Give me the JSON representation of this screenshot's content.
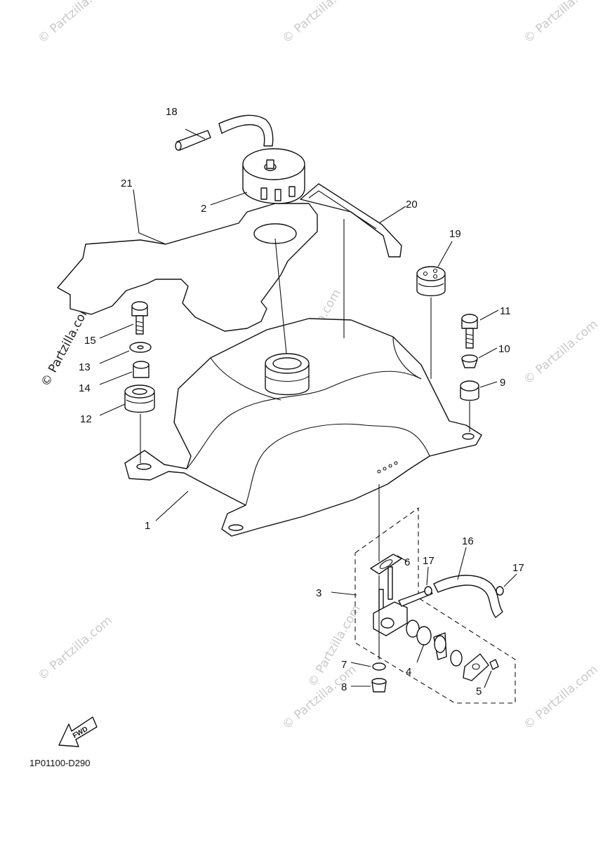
{
  "watermark": {
    "text": "© Partzilla.com"
  },
  "diagram_code": "1P01100-D290",
  "fwd_label": "FWD",
  "callouts": {
    "c1": "1",
    "c2": "2",
    "c3": "3",
    "c4": "4",
    "c5": "5",
    "c6": "6",
    "c7": "7",
    "c8": "8",
    "c9": "9",
    "c10": "10",
    "c11": "11",
    "c12": "12",
    "c13": "13",
    "c14": "14",
    "c15": "15",
    "c16": "16",
    "c17a": "17",
    "c17b": "17",
    "c18": "18",
    "c19": "19",
    "c20": "20",
    "c21": "21"
  }
}
